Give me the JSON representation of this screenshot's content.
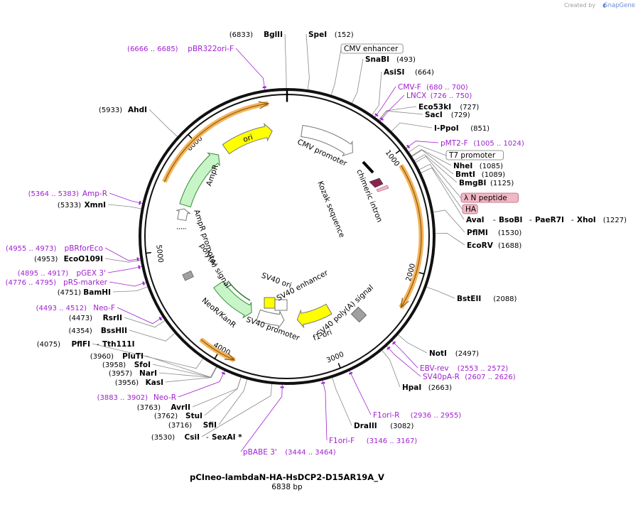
{
  "plasmid": {
    "name": "pCIneo-lambdaN-HA-HsDCP2-D15AR19A_V",
    "length_bp": 6838,
    "length_label": "6838 bp"
  },
  "credit": {
    "prefix": "Created by",
    "app": "SnapGene"
  },
  "tick_marks": [
    "1000",
    "2000",
    "3000",
    "4000",
    "5000",
    "6000"
  ],
  "colors": {
    "primer": "#a020d0",
    "ori": "#ffff00",
    "promoter": "#ffffff",
    "marker": "#c8f5c8",
    "orange_arc": "#f5b45a",
    "kozak_tag": "#8b2252",
    "tag_highlight": "#f3b8c5",
    "polyA": "#a0a0a0"
  },
  "sites": [
    {
      "name": "BglII",
      "pos": "(6833)",
      "side": "left",
      "bp": 6833
    },
    {
      "name": "SpeI",
      "pos": "(152)",
      "side": "right",
      "bp": 152
    },
    {
      "name": "SnaBI",
      "pos": "(493)",
      "side": "right",
      "bp": 493
    },
    {
      "name": "AsiSI",
      "pos": "(664)",
      "side": "right",
      "bp": 664
    },
    {
      "name": "Eco53kI",
      "pos": "(727)",
      "side": "right",
      "bp": 727
    },
    {
      "name": "SacI",
      "pos": "(729)",
      "side": "right",
      "bp": 729
    },
    {
      "name": "I-PpoI",
      "pos": "(851)",
      "side": "right",
      "bp": 851
    },
    {
      "name": "NheI",
      "pos": "(1085)",
      "side": "right",
      "bp": 1085
    },
    {
      "name": "BmtI",
      "pos": "(1089)",
      "side": "right",
      "bp": 1089
    },
    {
      "name": "BmgBI",
      "pos": "(1125)",
      "side": "right",
      "bp": 1125
    },
    {
      "name": "AvaI",
      "pos": "",
      "side": "right",
      "bp": 1227
    },
    {
      "name": "BsoBI",
      "pos": "",
      "side": "right",
      "bp": 1227
    },
    {
      "name": "PaeR7I",
      "pos": "",
      "side": "right",
      "bp": 1227
    },
    {
      "name": "XhoI",
      "pos": "(1227)",
      "side": "right",
      "bp": 1227
    },
    {
      "name": "PflMI",
      "pos": "(1530)",
      "side": "right",
      "bp": 1530
    },
    {
      "name": "EcoRV",
      "pos": "(1688)",
      "side": "right",
      "bp": 1688
    },
    {
      "name": "BstEII",
      "pos": "(2088)",
      "side": "right",
      "bp": 2088
    },
    {
      "name": "NotI",
      "pos": "(2497)",
      "side": "right",
      "bp": 2497
    },
    {
      "name": "HpaI",
      "pos": "(2663)",
      "side": "right",
      "bp": 2663
    },
    {
      "name": "DraIII",
      "pos": "(3082)",
      "side": "right",
      "bp": 3082
    },
    {
      "name": "CsiI",
      "pos": "(3530)",
      "side": "left",
      "bp": 3530
    },
    {
      "name": "SexAI *",
      "pos": "",
      "side": "left",
      "bp": 3530
    },
    {
      "name": "SfiI",
      "pos": "(3716)",
      "side": "left",
      "bp": 3716
    },
    {
      "name": "StuI",
      "pos": "(3762)",
      "side": "left",
      "bp": 3762
    },
    {
      "name": "AvrII",
      "pos": "(3763)",
      "side": "left",
      "bp": 3763
    },
    {
      "name": "KasI",
      "pos": "(3956)",
      "side": "left",
      "bp": 3956
    },
    {
      "name": "NarI",
      "pos": "(3957)",
      "side": "left",
      "bp": 3957
    },
    {
      "name": "SfoI",
      "pos": "(3958)",
      "side": "left",
      "bp": 3958
    },
    {
      "name": "PluTI",
      "pos": "(3960)",
      "side": "left",
      "bp": 3960
    },
    {
      "name": "PflFI",
      "pos": "(4075)",
      "side": "left",
      "bp": 4075
    },
    {
      "name": "Tth111I",
      "pos": "",
      "side": "left",
      "bp": 4075
    },
    {
      "name": "BssHII",
      "pos": "(4354)",
      "side": "left",
      "bp": 4354
    },
    {
      "name": "RsrII",
      "pos": "(4473)",
      "side": "left",
      "bp": 4473
    },
    {
      "name": "BamHI",
      "pos": "(4751)",
      "side": "left",
      "bp": 4751
    },
    {
      "name": "EcoO109I",
      "pos": "(4953)",
      "side": "left",
      "bp": 4953
    },
    {
      "name": "XmnI",
      "pos": "(5333)",
      "side": "left",
      "bp": 5333
    },
    {
      "name": "AhdI",
      "pos": "(5933)",
      "side": "left",
      "bp": 5933
    }
  ],
  "primers": [
    {
      "name": "pBR322ori-F",
      "range": "(6666 .. 6685)"
    },
    {
      "name": "CMV-F",
      "range": "(680 .. 700)"
    },
    {
      "name": "LNCX",
      "range": "(726 .. 750)"
    },
    {
      "name": "pMT2-F",
      "range": "(1005 .. 1024)"
    },
    {
      "name": "EBV-rev",
      "range": "(2553 .. 2572)"
    },
    {
      "name": "SV40pA-R",
      "range": "(2607 .. 2626)"
    },
    {
      "name": "F1ori-R",
      "range": "(2936 .. 2955)"
    },
    {
      "name": "F1ori-F",
      "range": "(3146 .. 3167)"
    },
    {
      "name": "pBABE 3'",
      "range": "(3444 .. 3464)"
    },
    {
      "name": "Neo-R",
      "range": "(3883 .. 3902)"
    },
    {
      "name": "Neo-F",
      "range": "(4493 .. 4512)"
    },
    {
      "name": "pRS-marker",
      "range": "(4776 .. 4795)"
    },
    {
      "name": "pGEX 3'",
      "range": "(4895 .. 4917)"
    },
    {
      "name": "pBRforEco",
      "range": "(4955 .. 4973)"
    },
    {
      "name": "Amp-R",
      "range": "(5364 .. 5383)"
    }
  ],
  "boxed_labels": [
    {
      "name": "CMV enhancer",
      "style": "plain"
    },
    {
      "name": "T7 promoter",
      "style": "plain"
    },
    {
      "name": "λ N peptide",
      "style": "pink"
    },
    {
      "name": "HA",
      "style": "pink"
    }
  ],
  "features": [
    {
      "name": "ori",
      "type": "ori"
    },
    {
      "name": "CMV promoter",
      "type": "promoter"
    },
    {
      "name": "chimeric intron",
      "type": "intron"
    },
    {
      "name": "Kozak sequence",
      "type": "misc"
    },
    {
      "name": "AmpR",
      "type": "marker"
    },
    {
      "name": "AmpR promoter",
      "type": "promoter"
    },
    {
      "name": "poly(A) signal",
      "type": "polyA"
    },
    {
      "name": "SV40 ori",
      "type": "ori"
    },
    {
      "name": "SV40 enhancer",
      "type": "enhancer"
    },
    {
      "name": "SV40 poly(A) signal",
      "type": "polyA"
    },
    {
      "name": "f1 ori",
      "type": "ori"
    },
    {
      "name": "SV40 promoter",
      "type": "promoter"
    },
    {
      "name": "NeoR/KanR",
      "type": "marker"
    }
  ]
}
